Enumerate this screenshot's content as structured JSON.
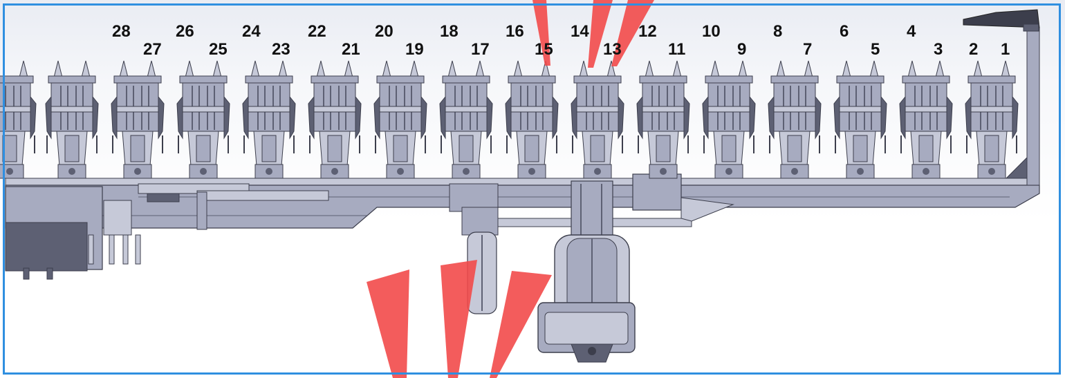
{
  "image_title": "",
  "colors": {
    "frame": "#2f8fe0",
    "metal": "#a7abc0",
    "metal_dark": "#5d6073",
    "metal_light": "#c6c9d8",
    "edge": "#3c3e4c",
    "beam": "#8b8fa4",
    "fan": "#f24a4a",
    "label": "#111111"
  },
  "unit_labels": [
    {
      "id": 1,
      "text": "1",
      "row": "low"
    },
    {
      "id": 2,
      "text": "2",
      "row": "low"
    },
    {
      "id": 3,
      "text": "3",
      "row": "low"
    },
    {
      "id": 4,
      "text": "4",
      "row": "high"
    },
    {
      "id": 5,
      "text": "5",
      "row": "low"
    },
    {
      "id": 6,
      "text": "6",
      "row": "high"
    },
    {
      "id": 7,
      "text": "7",
      "row": "low"
    },
    {
      "id": 8,
      "text": "8",
      "row": "high"
    },
    {
      "id": 9,
      "text": "9",
      "row": "low"
    },
    {
      "id": 10,
      "text": "10",
      "row": "high"
    },
    {
      "id": 11,
      "text": "11",
      "row": "low"
    },
    {
      "id": 12,
      "text": "12",
      "row": "high"
    },
    {
      "id": 13,
      "text": "13",
      "row": "low"
    },
    {
      "id": 14,
      "text": "14",
      "row": "high"
    },
    {
      "id": 15,
      "text": "15",
      "row": "low"
    },
    {
      "id": 16,
      "text": "16",
      "row": "high"
    },
    {
      "id": 17,
      "text": "17",
      "row": "low"
    },
    {
      "id": 18,
      "text": "18",
      "row": "high"
    },
    {
      "id": 19,
      "text": "19",
      "row": "low"
    },
    {
      "id": 20,
      "text": "20",
      "row": "high"
    },
    {
      "id": 21,
      "text": "21",
      "row": "low"
    },
    {
      "id": 22,
      "text": "22",
      "row": "high"
    },
    {
      "id": 23,
      "text": "23",
      "row": "low"
    },
    {
      "id": 24,
      "text": "24",
      "row": "high"
    },
    {
      "id": 25,
      "text": "25",
      "row": "low"
    },
    {
      "id": 26,
      "text": "26",
      "row": "high"
    },
    {
      "id": 27,
      "text": "27",
      "row": "low"
    },
    {
      "id": 28,
      "text": "28",
      "row": "high"
    }
  ]
}
